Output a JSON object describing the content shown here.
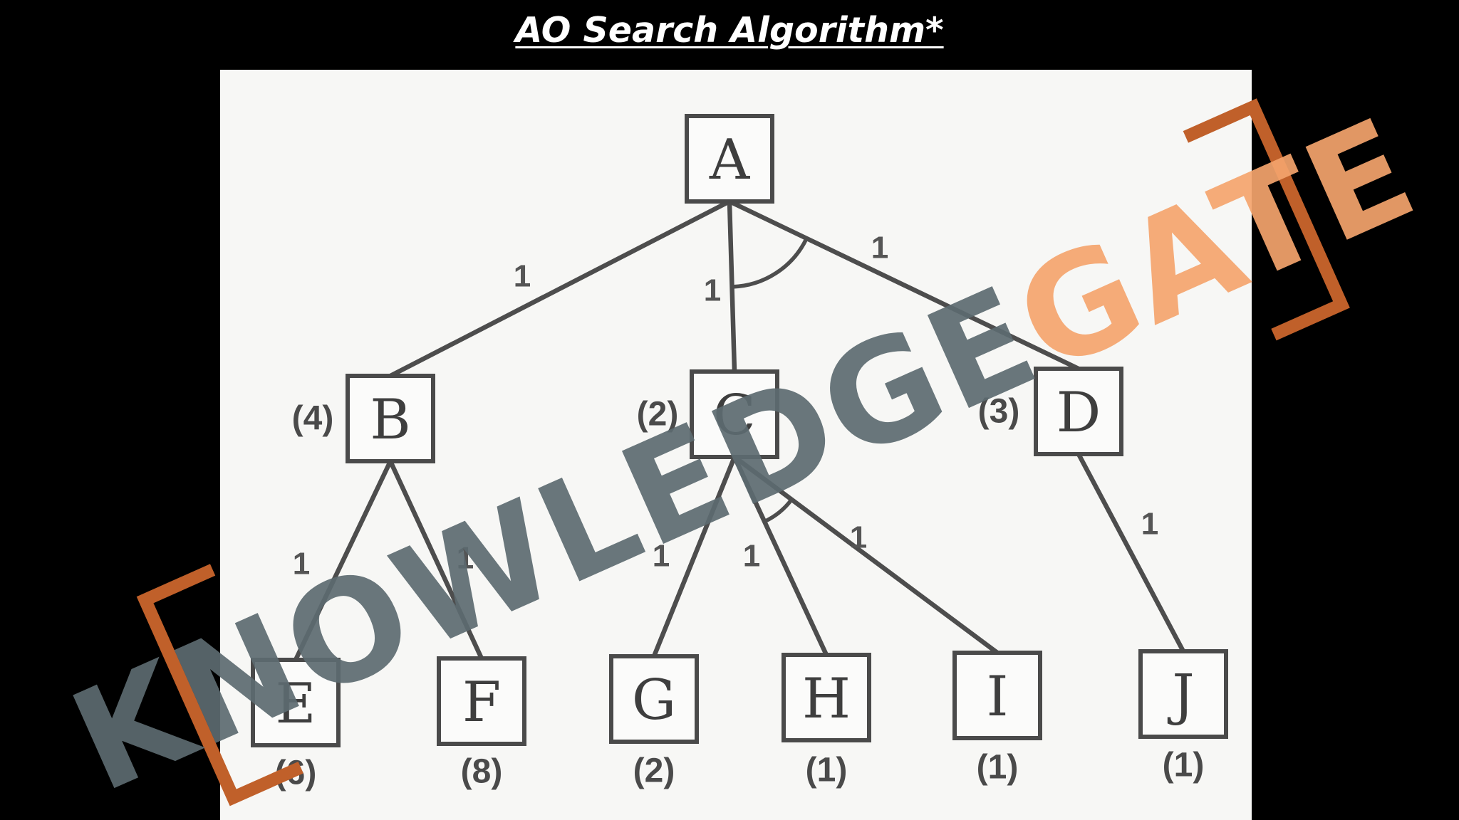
{
  "title": "AO Search Algorithm*",
  "watermark": {
    "part1": "KNOWLEDGE",
    "part2": "GATE",
    "color_part1": "#5c6a70",
    "color_part2": "#f4a46c",
    "bracket_color": "#c0602a"
  },
  "nodes": [
    {
      "id": "A",
      "label": "A",
      "cost": ""
    },
    {
      "id": "B",
      "label": "B",
      "cost": "(4)"
    },
    {
      "id": "C",
      "label": "C",
      "cost": "(2)"
    },
    {
      "id": "D",
      "label": "D",
      "cost": "(3)"
    },
    {
      "id": "E",
      "label": "E",
      "cost": "(6)"
    },
    {
      "id": "F",
      "label": "F",
      "cost": "(8)"
    },
    {
      "id": "G",
      "label": "G",
      "cost": "(2)"
    },
    {
      "id": "H",
      "label": "H",
      "cost": "(1)"
    },
    {
      "id": "I",
      "label": "I",
      "cost": "(1)"
    },
    {
      "id": "J",
      "label": "J",
      "cost": "(1)"
    }
  ],
  "edges": [
    {
      "from": "A",
      "to": "B",
      "label": "1"
    },
    {
      "from": "A",
      "to": "C",
      "label": "1"
    },
    {
      "from": "A",
      "to": "D",
      "label": "1"
    },
    {
      "from": "B",
      "to": "E",
      "label": "1"
    },
    {
      "from": "B",
      "to": "F",
      "label": "1"
    },
    {
      "from": "C",
      "to": "G",
      "label": "1"
    },
    {
      "from": "C",
      "to": "H",
      "label": "1"
    },
    {
      "from": "C",
      "to": "I",
      "label": "1"
    },
    {
      "from": "D",
      "to": "J",
      "label": "1"
    }
  ],
  "and_arcs": [
    {
      "parent": "A",
      "children": [
        "C",
        "D"
      ]
    },
    {
      "parent": "C",
      "children": [
        "H",
        "I"
      ]
    }
  ]
}
